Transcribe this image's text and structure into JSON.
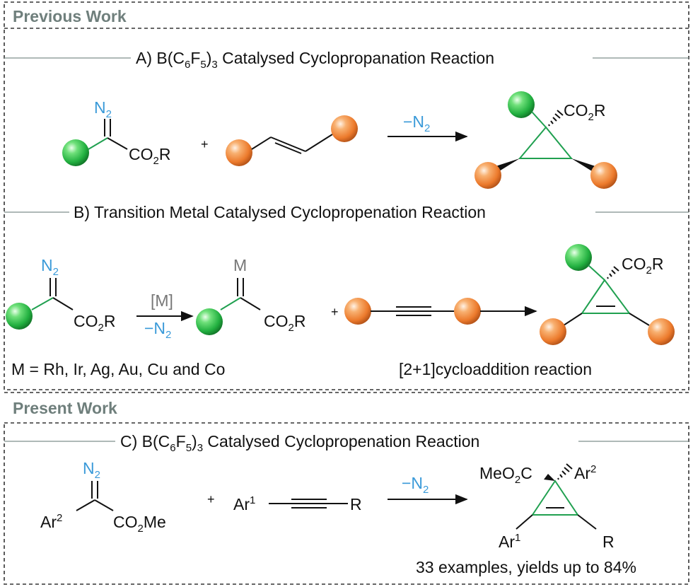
{
  "headings": {
    "previous_work": "Previous Work",
    "present_work": "Present Work"
  },
  "section_a": {
    "title_prefix": "A) B(C",
    "sub6": "6",
    "f": "F",
    "sub5": "5",
    "sub3": ")",
    "sub3_num": "3",
    "title_suffix": " Catalysed Cyclopropanation Reaction",
    "diazo_label": "N",
    "diazo_sub": "2",
    "ester_label": "CO",
    "ester_sub": "2",
    "ester_r": "R",
    "plus": "+",
    "arrow_label": "−N",
    "arrow_sub": "2",
    "product_ester": "CO",
    "product_ester_sub": "2",
    "product_r": "R"
  },
  "section_b": {
    "title": "B) Transition Metal Catalysed Cyclopropenation Reaction",
    "diazo_label": "N",
    "diazo_sub": "2",
    "ester_label": "CO",
    "ester_sub": "2",
    "ester_r": "R",
    "catalyst_label": "[M]",
    "arrow_label": "−N",
    "arrow_sub": "2",
    "carbene_metal": "M",
    "carbene_ester": "CO",
    "carbene_ester_sub": "2",
    "carbene_r": "R",
    "plus": "+",
    "product_ester": "CO",
    "product_ester_sub": "2",
    "product_r": "R",
    "metals_note": "M = Rh, Ir, Ag, Au, Cu and Co",
    "reaction_note": "[2+1]cycloaddition reaction"
  },
  "section_c": {
    "title_prefix": "C) B(C",
    "sub6": "6",
    "f": "F",
    "sub5": "5",
    "sub3_num": "3",
    "title_suffix": " Catalysed Cyclopropenation Reaction",
    "diazo_label": "N",
    "diazo_sub": "2",
    "ar2": "Ar",
    "ar2_sup": "2",
    "ester": "CO",
    "ester_sub": "2",
    "ester_me": "Me",
    "plus": "+",
    "ar1": "Ar",
    "ar1_sup": "1",
    "alkyne_r": "R",
    "arrow_label": "−N",
    "arrow_sub": "2",
    "product_meo": "MeO",
    "product_meo_sub": "2",
    "product_c": "C",
    "product_ar2": "Ar",
    "product_ar2_sup": "2",
    "product_ar1": "Ar",
    "product_ar1_sup": "1",
    "product_r": "R",
    "summary": "33 examples, yields up to 84%"
  },
  "colors": {
    "heading": "#6f7f7c",
    "diazo_n2": "#3a9ad9",
    "green_sphere": "#2fc04a",
    "orange_sphere": "#f08a3c",
    "bond_green": "#20a050"
  }
}
